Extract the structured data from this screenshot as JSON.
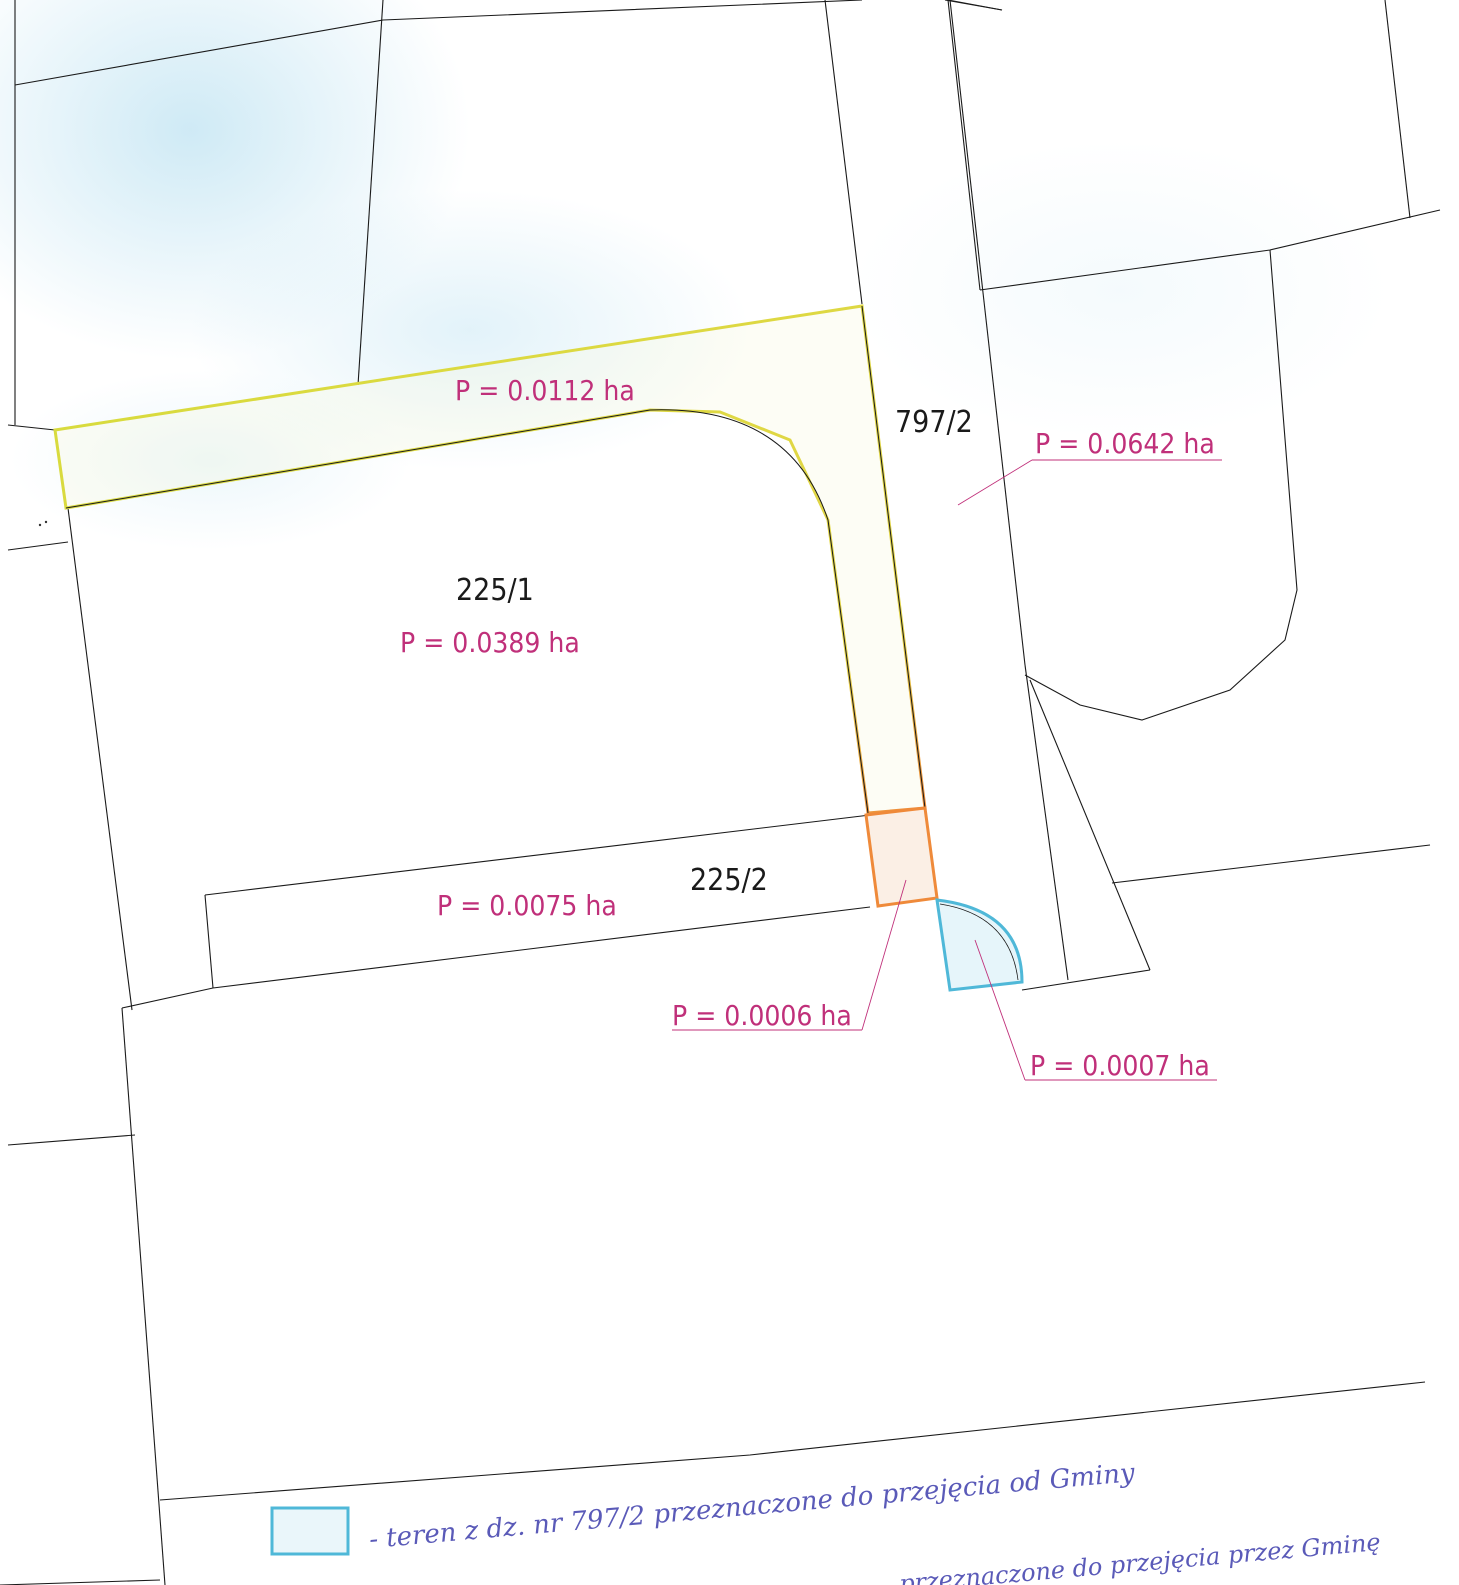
{
  "parcels": {
    "p797_2": {
      "number": "797/2",
      "area": "P = 0.0642 ha"
    },
    "p225_1": {
      "number": "225/1",
      "area": "P = 0.0389 ha"
    },
    "p225_2": {
      "number": "225/2",
      "area": "P = 0.0075 ha"
    },
    "strip_yellow": {
      "area": "P = 0.0112 ha"
    },
    "piece_orange": {
      "area": "P = 0.0006 ha"
    },
    "piece_blue": {
      "area": "P = 0.0007 ha"
    }
  },
  "legend": {
    "line1": "- teren z dz. nr 797/2 przeznaczone do przejęcia od Gminy",
    "line2": "przeznaczone do przejęcia przez Gminę"
  },
  "colors": {
    "ink": "#1a1a1a",
    "label_magenta": "#c0307a",
    "yellow_outline": "#d6dc3c",
    "orange_outline": "#ef8a3a",
    "blue_outline": "#4fb8d8",
    "handwriting": "#5a5ab8",
    "wash_blue": "#bfe3f2"
  }
}
